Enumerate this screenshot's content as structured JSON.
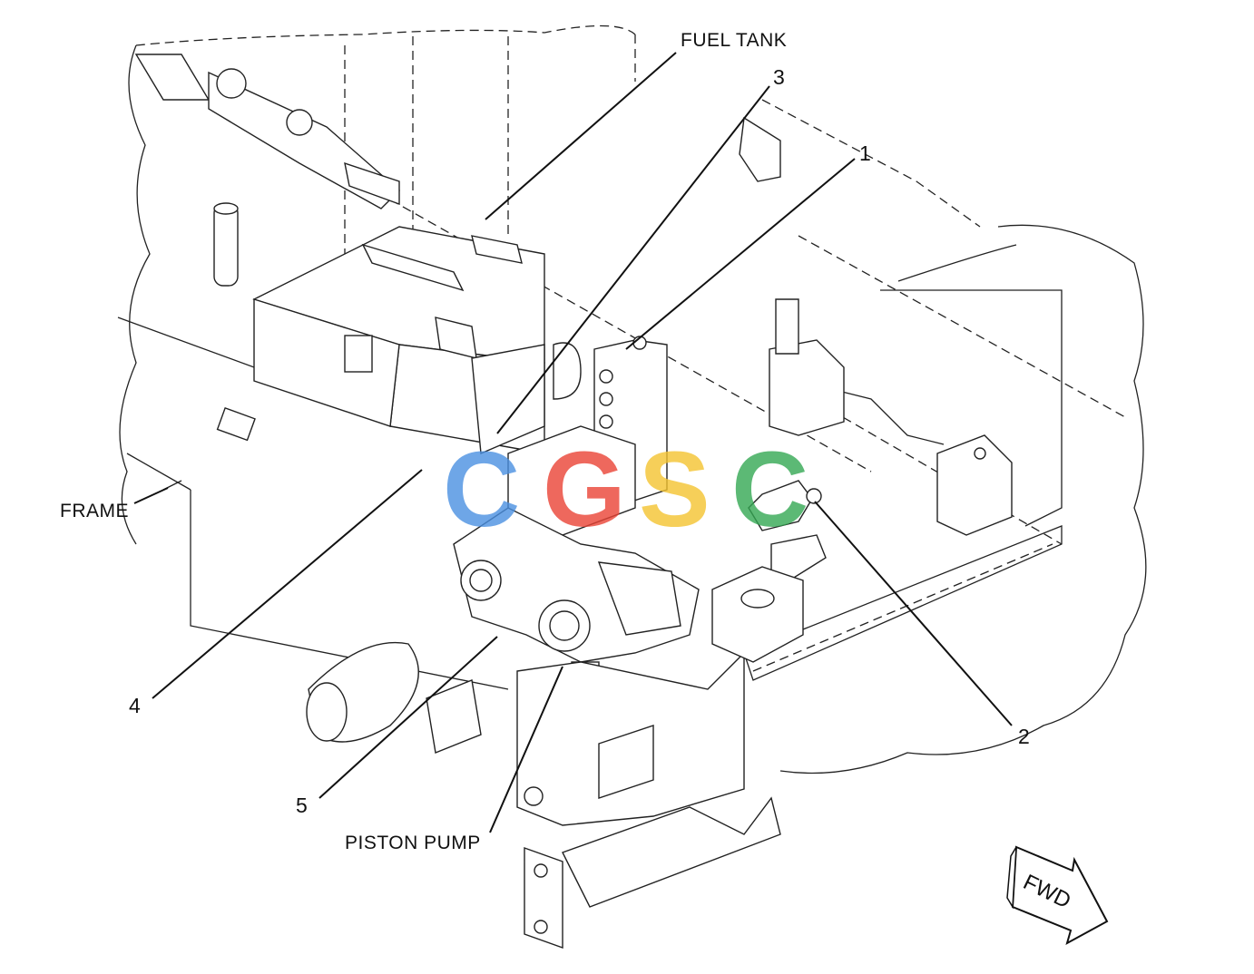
{
  "labels": {
    "fuel_tank": "FUEL TANK",
    "frame": "FRAME",
    "piston_pump": "PISTON PUMP",
    "fwd": "FWD"
  },
  "callouts": [
    "1",
    "2",
    "3",
    "4",
    "5"
  ],
  "watermark": {
    "letters": [
      "C",
      "G",
      "S",
      "C"
    ],
    "colors": [
      "#4a90e2",
      "#ea4335",
      "#f4c430",
      "#34a853"
    ]
  },
  "icons": {
    "fwd_arrow": "forward-arrow-icon"
  }
}
